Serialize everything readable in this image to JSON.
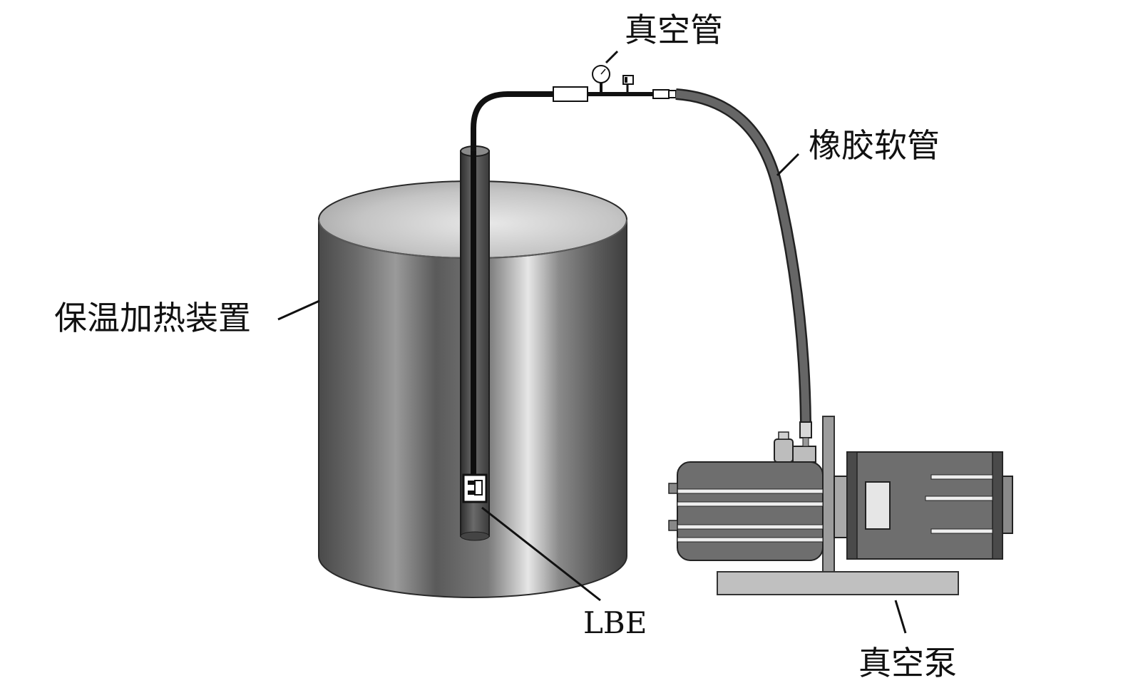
{
  "labels": {
    "vacuum_tube": "真空管",
    "rubber_hose": "橡胶软管",
    "heater": "保温加热装置",
    "lbe": "LBE",
    "vacuum_pump": "真空泵"
  },
  "colors": {
    "cylinder_dark": "#3a3a3a",
    "cylinder_light": "#d8d8d8",
    "cylinder_top_inner": "#cfcfcf",
    "pipe": "#1a1a1a",
    "hose": "#555555",
    "pump_body": "#6e6e6e",
    "pump_dark": "#3e3e3e",
    "pump_base": "#b8b8b8",
    "text": "#111111"
  },
  "icons": {
    "gauge": "pressure-gauge-icon",
    "valve": "valve-icon"
  }
}
